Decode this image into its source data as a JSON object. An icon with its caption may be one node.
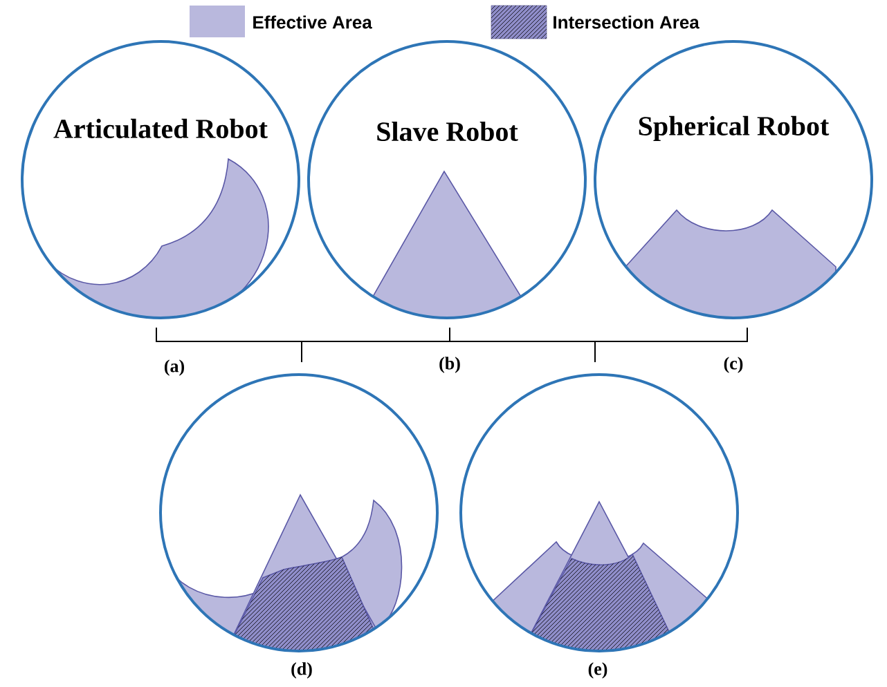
{
  "diagram": {
    "nodes": [
      {
        "text": [
          "Articulated Robot"
        ]
      },
      {
        "text": [
          "Slave Robot"
        ]
      },
      {
        "text": [
          "Spherical Robot"
        ]
      },
      {
        "text": [],
        "shape": "circle",
        "beside": [
          "(d)"
        ]
      },
      {
        "text": [],
        "shape": "circle",
        "beside": [
          "(e)"
        ]
      }
    ],
    "labels": [
      "(a)",
      "(b)",
      "(c)"
    ],
    "legend": [
      {
        "text": "Effective Area",
        "color": "#b9b8dd"
      },
      {
        "text": "Intersection Area"
      }
    ]
  }
}
